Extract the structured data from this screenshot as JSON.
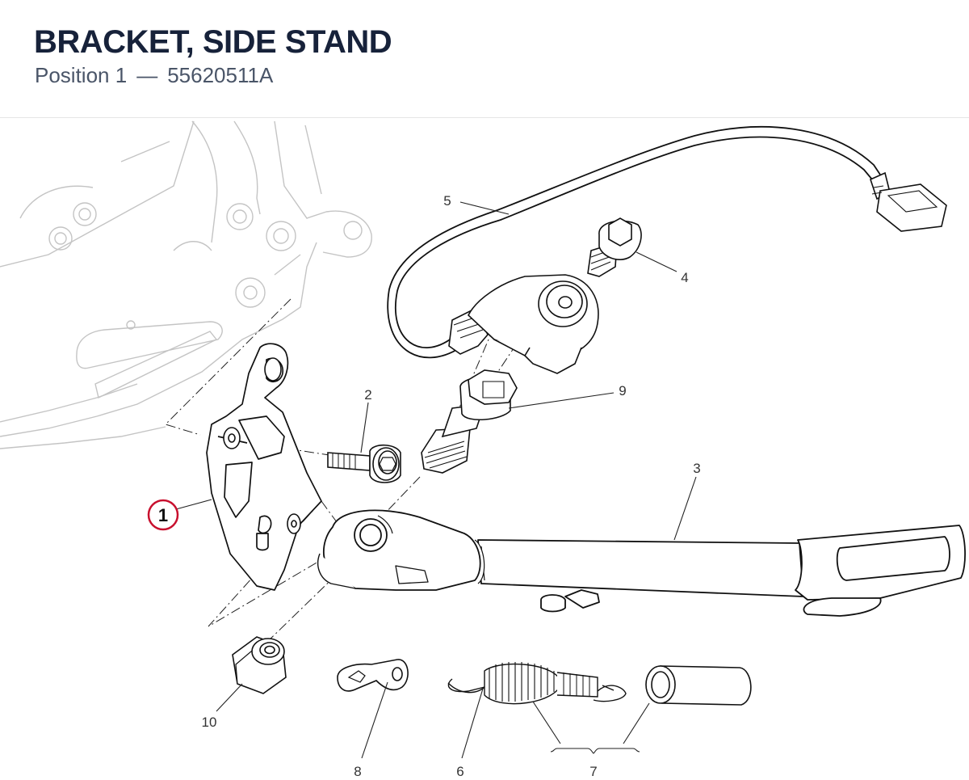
{
  "header": {
    "title": "BRACKET, SIDE STAND",
    "position_label": "Position 1",
    "separator": "—",
    "part_number": "55620511A"
  },
  "callouts": {
    "c1": "1",
    "c2": "2",
    "c3": "3",
    "c4": "4",
    "c5": "5",
    "c6": "6",
    "c7": "7",
    "c8": "8",
    "c9": "9",
    "c10": "10"
  },
  "highlight_color": "#c8102e"
}
